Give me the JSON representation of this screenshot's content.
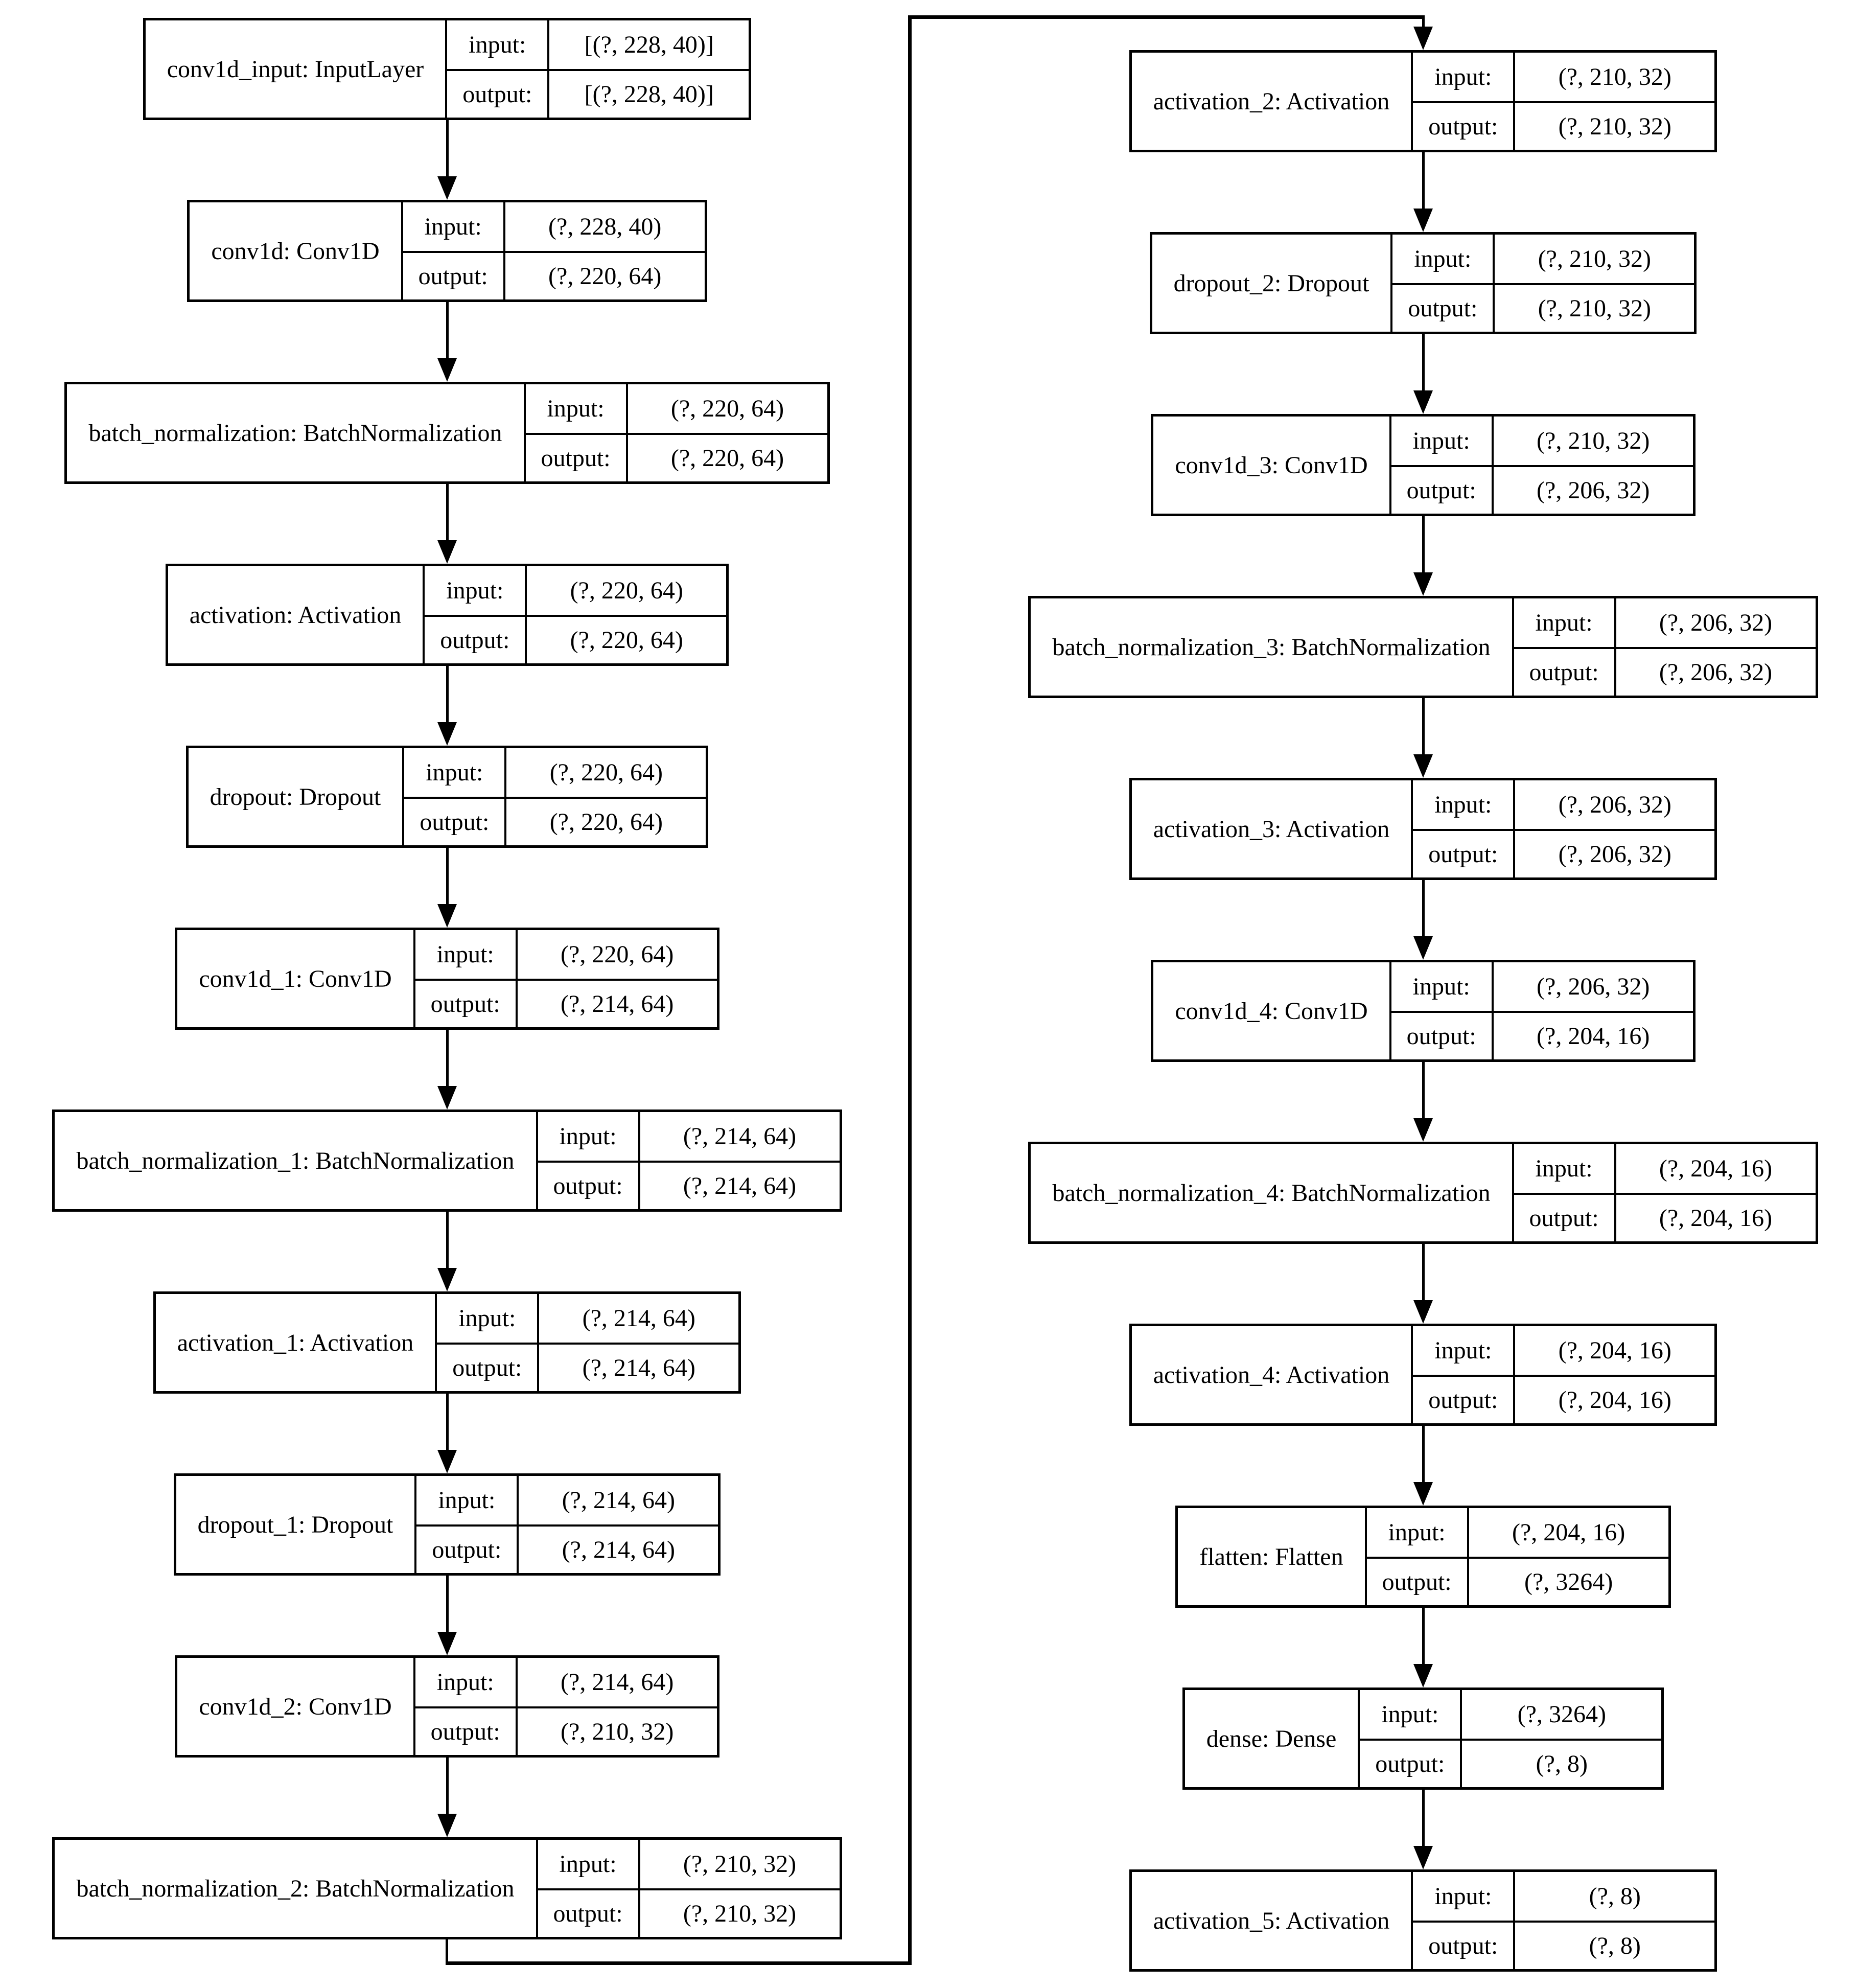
{
  "diagram": {
    "kind": "keras-model-plot",
    "io_labels": {
      "input": "input:",
      "output": "output:"
    },
    "colors": {
      "background": "#ffffff",
      "node_fill": "#ffffff",
      "border": "#000000",
      "edge": "#000000",
      "text": "#000000"
    },
    "columns": [
      {
        "name": "left",
        "layers": [
          {
            "id": "conv1d_input",
            "name": "conv1d_input: InputLayer",
            "input": "[(?, 228, 40)]",
            "output": "[(?, 228, 40)]"
          },
          {
            "id": "conv1d",
            "name": "conv1d: Conv1D",
            "input": "(?, 228, 40)",
            "output": "(?, 220, 64)"
          },
          {
            "id": "batch_normalization",
            "name": "batch_normalization: BatchNormalization",
            "input": "(?, 220, 64)",
            "output": "(?, 220, 64)"
          },
          {
            "id": "activation",
            "name": "activation: Activation",
            "input": "(?, 220, 64)",
            "output": "(?, 220, 64)"
          },
          {
            "id": "dropout",
            "name": "dropout: Dropout",
            "input": "(?, 220, 64)",
            "output": "(?, 220, 64)"
          },
          {
            "id": "conv1d_1",
            "name": "conv1d_1: Conv1D",
            "input": "(?, 220, 64)",
            "output": "(?, 214, 64)"
          },
          {
            "id": "batch_normalization_1",
            "name": "batch_normalization_1: BatchNormalization",
            "input": "(?, 214, 64)",
            "output": "(?, 214, 64)"
          },
          {
            "id": "activation_1",
            "name": "activation_1: Activation",
            "input": "(?, 214, 64)",
            "output": "(?, 214, 64)"
          },
          {
            "id": "dropout_1",
            "name": "dropout_1: Dropout",
            "input": "(?, 214, 64)",
            "output": "(?, 214, 64)"
          },
          {
            "id": "conv1d_2",
            "name": "conv1d_2: Conv1D",
            "input": "(?, 214, 64)",
            "output": "(?, 210, 32)"
          },
          {
            "id": "batch_normalization_2",
            "name": "batch_normalization_2: BatchNormalization",
            "input": "(?, 210, 32)",
            "output": "(?, 210, 32)"
          }
        ]
      },
      {
        "name": "right",
        "layers": [
          {
            "id": "activation_2",
            "name": "activation_2: Activation",
            "input": "(?, 210, 32)",
            "output": "(?, 210, 32)"
          },
          {
            "id": "dropout_2",
            "name": "dropout_2: Dropout",
            "input": "(?, 210, 32)",
            "output": "(?, 210, 32)"
          },
          {
            "id": "conv1d_3",
            "name": "conv1d_3: Conv1D",
            "input": "(?, 210, 32)",
            "output": "(?, 206, 32)"
          },
          {
            "id": "batch_normalization_3",
            "name": "batch_normalization_3: BatchNormalization",
            "input": "(?, 206, 32)",
            "output": "(?, 206, 32)"
          },
          {
            "id": "activation_3",
            "name": "activation_3: Activation",
            "input": "(?, 206, 32)",
            "output": "(?, 206, 32)"
          },
          {
            "id": "conv1d_4",
            "name": "conv1d_4: Conv1D",
            "input": "(?, 206, 32)",
            "output": "(?, 204, 16)"
          },
          {
            "id": "batch_normalization_4",
            "name": "batch_normalization_4: BatchNormalization",
            "input": "(?, 204, 16)",
            "output": "(?, 204, 16)"
          },
          {
            "id": "activation_4",
            "name": "activation_4: Activation",
            "input": "(?, 204, 16)",
            "output": "(?, 204, 16)"
          },
          {
            "id": "flatten",
            "name": "flatten: Flatten",
            "input": "(?, 204, 16)",
            "output": "(?, 3264)"
          },
          {
            "id": "dense",
            "name": "dense: Dense",
            "input": "(?, 3264)",
            "output": "(?, 8)"
          },
          {
            "id": "activation_5",
            "name": "activation_5: Activation",
            "input": "(?, 8)",
            "output": "(?, 8)"
          }
        ]
      }
    ],
    "cross_edge": {
      "from": "batch_normalization_2",
      "to": "activation_2"
    }
  }
}
